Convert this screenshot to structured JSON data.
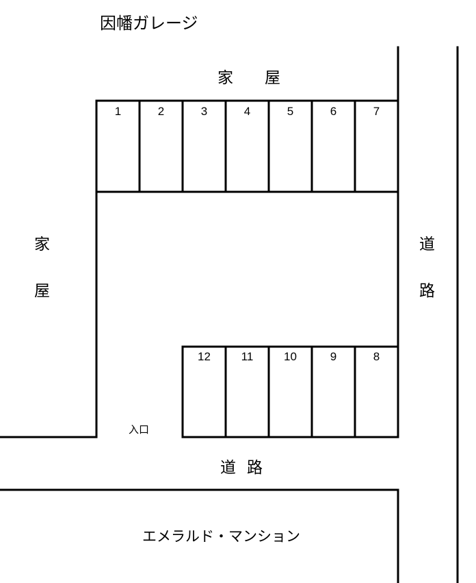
{
  "title": "因幡ガレージ",
  "labels": {
    "house_top": [
      "家",
      "屋"
    ],
    "house_left": [
      "家",
      "屋"
    ],
    "road_right": [
      "道",
      "路"
    ],
    "road_bottom": [
      "道",
      "路"
    ],
    "entrance": "入口",
    "mansion": "エメラルド・マンション"
  },
  "parking": {
    "top_row": [
      "1",
      "2",
      "3",
      "4",
      "5",
      "6",
      "7"
    ],
    "bottom_row": [
      "12",
      "11",
      "10",
      "9",
      "8"
    ]
  },
  "colors": {
    "line": "#000000",
    "background": "#ffffff"
  }
}
